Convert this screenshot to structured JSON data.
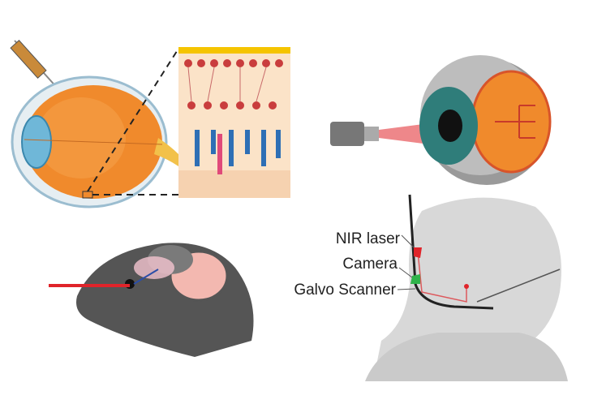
{
  "figure": {
    "panels": [
      "retina-injection",
      "eye-scan",
      "mouse-imaging",
      "human-scanner"
    ],
    "labels": {
      "nir_laser": "NIR laser",
      "camera": "Camera",
      "galvo_scanner": "Galvo Scanner"
    },
    "colors": {
      "laser": "#e0242a",
      "camera": "#2fb34a",
      "eye_orange": "#f08a2c",
      "retina_bg": "#fbe3c8"
    }
  }
}
